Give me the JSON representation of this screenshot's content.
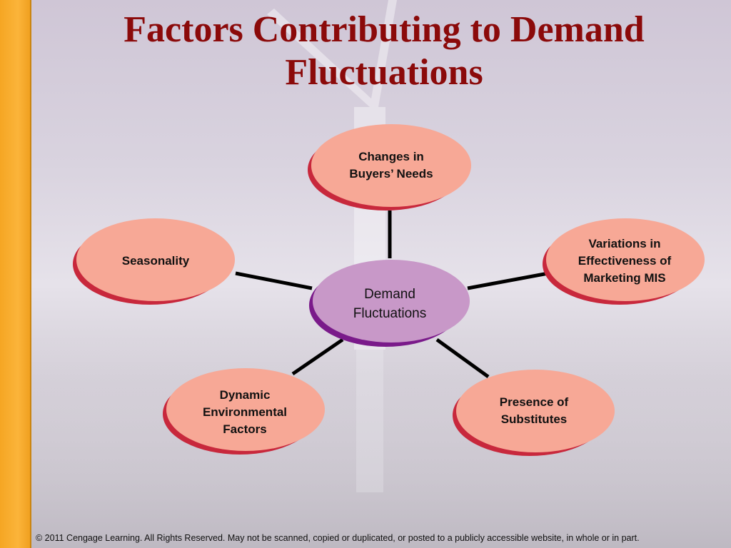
{
  "slide": {
    "title_line1": "Factors Contributing to Demand",
    "title_line2": "Fluctuations",
    "footer": "© 2011 Cengage Learning. All Rights Reserved. May not be scanned, copied or duplicated, or posted to a publicly accessible website, in whole or in part."
  },
  "diagram": {
    "center": {
      "line1": "Demand",
      "line2": "Fluctuations",
      "fill_color": "#c898c8",
      "rim_color": "#7a1a8a"
    },
    "nodes": [
      {
        "line1": "Changes in",
        "line2": "Buyers’ Needs",
        "line3": ""
      },
      {
        "line1": "Variations in",
        "line2": "Effectiveness of",
        "line3": "Marketing MIS"
      },
      {
        "line1": "Presence of",
        "line2": "Substitutes",
        "line3": ""
      },
      {
        "line1": "Dynamic",
        "line2": "Environmental",
        "line3": "Factors"
      },
      {
        "line1": "Seasonality",
        "line2": "",
        "line3": ""
      }
    ],
    "node_fill_color": "#f7a896",
    "node_rim_color": "#c8283c",
    "connector_color": "#000000"
  },
  "accent_bar_color": "#f5a623"
}
